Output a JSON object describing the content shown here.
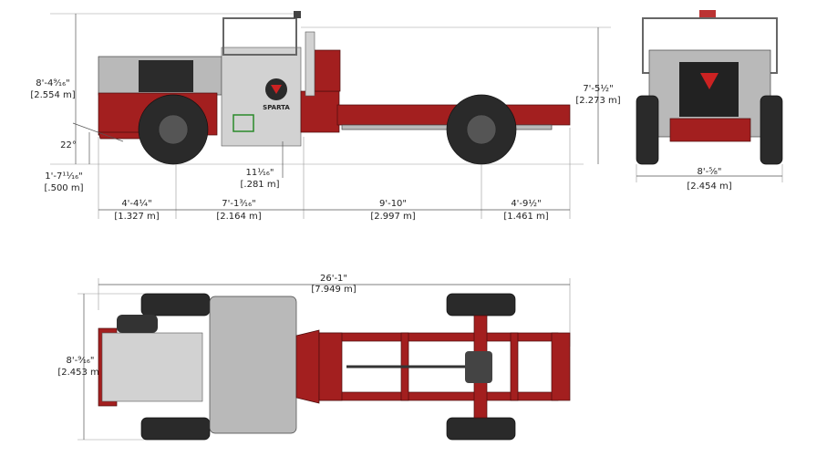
{
  "brand": "SPARTA",
  "colors": {
    "frame_red": "#a31f1f",
    "body_gray": "#b9b9b9",
    "tire": "#2a2a2a"
  },
  "side_view": {
    "overall_height": {
      "imperial": "8'-4⁹⁄₁₆\"",
      "metric": "[2.554 m]"
    },
    "approach_angle": "22°",
    "front_clearance": {
      "imperial": "1'-7¹¹⁄₁₆\"",
      "metric": "[.500 m]"
    },
    "ground_clearance": {
      "imperial": "11¹⁄₁₆\"",
      "metric": "[.281 m]"
    },
    "frame_height": {
      "imperial": "7'-5½\"",
      "metric": "[2.273 m]"
    },
    "segments": [
      {
        "imperial": "4'-4¼\"",
        "metric": "[1.327 m]"
      },
      {
        "imperial": "7'-1³⁄₁₆\"",
        "metric": "[2.164 m]"
      },
      {
        "imperial": "9'-10\"",
        "metric": "[2.997 m]"
      },
      {
        "imperial": "4'-9½\"",
        "metric": "[1.461 m]"
      }
    ]
  },
  "front_view": {
    "overall_width": {
      "imperial": "8'-⁵⁄₈\"",
      "metric": "[2.454 m]"
    }
  },
  "top_view": {
    "overall_length": {
      "imperial": "26'-1\"",
      "metric": "[7.949 m]"
    },
    "overall_width": {
      "imperial": "8'-⁹⁄₁₆\"",
      "metric": "[2.453 m]"
    }
  }
}
